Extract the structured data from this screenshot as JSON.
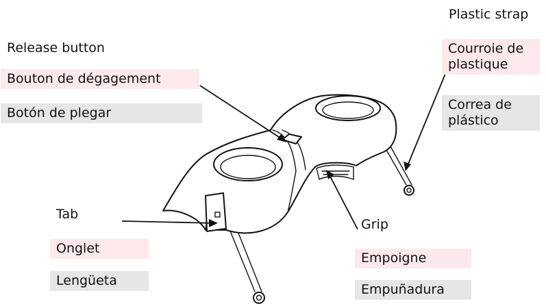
{
  "colors": {
    "french_highlight": "#fde9ec",
    "spanish_highlight": "#e6e6e8"
  },
  "labels": {
    "strap": {
      "en": "Plastic strap",
      "fr_line1": "Courroie de",
      "fr_line2": "plastique",
      "es_line1": "Correa de",
      "es_line2": "plástico"
    },
    "release": {
      "en": "Release button",
      "fr": "Bouton de dégagement",
      "es": "Botón de plegar"
    },
    "tab": {
      "en": "Tab",
      "fr": "Onglet",
      "es": "Lengüeta"
    },
    "grip": {
      "en": "Grip",
      "fr": "Empoigne",
      "es": "Empuñadura"
    }
  }
}
